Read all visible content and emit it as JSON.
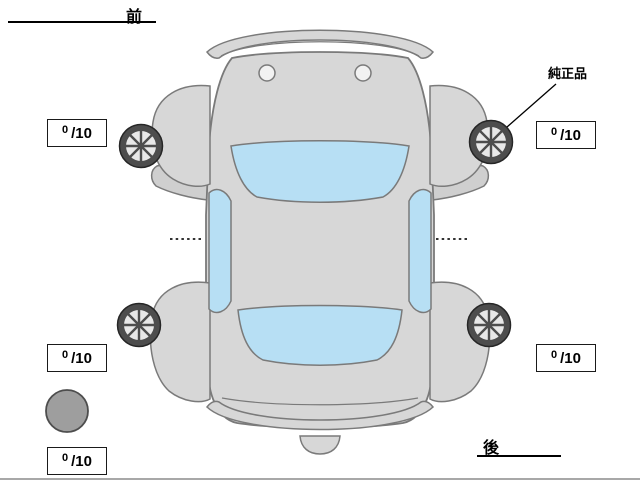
{
  "labels": {
    "front": "前",
    "rear": "後",
    "genuine_part": "純正品"
  },
  "tread_scores": {
    "front_left": {
      "value": "0",
      "scale": "/10"
    },
    "front_right": {
      "value": "0",
      "scale": "/10"
    },
    "rear_left": {
      "value": "0",
      "scale": "/10"
    },
    "rear_right": {
      "value": "0",
      "scale": "/10"
    },
    "spare": {
      "value": "0",
      "scale": "/10"
    }
  },
  "icons": {
    "wheel": "wheel-icon",
    "spare_tire": "spare-tire-icon"
  },
  "colors": {
    "background": "#ffffff",
    "body_fill": "#d7d7d7",
    "outline": "#7a7a7a",
    "glass_fill": "#b7dff4",
    "wheel_dark": "#4d4d4d",
    "wheel_light": "#e8e8e8",
    "spare_fill": "#9e9e9e",
    "text": "#000000"
  }
}
